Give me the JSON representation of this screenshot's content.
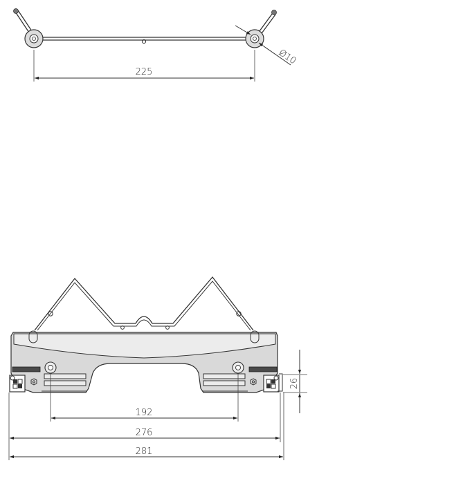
{
  "top_view": {
    "dim_width": "225",
    "dim_diameter": "Ø10"
  },
  "front_view": {
    "dim_hole_spacing": "192",
    "dim_inner_width": "276",
    "dim_overall_width": "281",
    "dim_height": "26"
  }
}
